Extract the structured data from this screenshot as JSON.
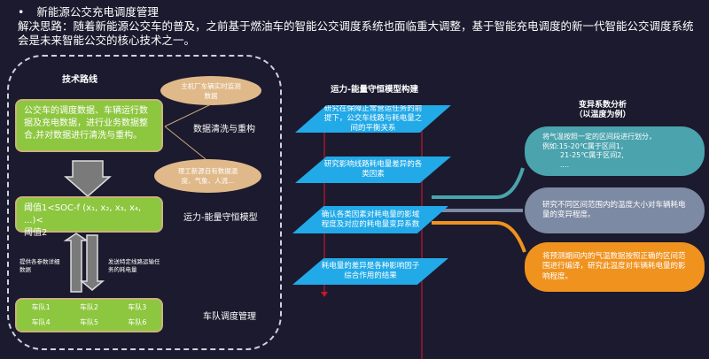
{
  "header": {
    "bullet": "•",
    "title": "新能源公交充电调度管理",
    "description": "解决思路：随着新能源公交车的普及，之前基于燃油车的智能公交调度系统也面临重大调整，基于智能充电调度的新一代智能公交调度系统会是未来智能公交的核心技术之一。"
  },
  "left": {
    "title": "技术路线",
    "box1": "公交车的调度数据、车辆运行数据及充电数据，进行业务数据整合,并对数据进行清洗与重构。",
    "oval_top": "主机厂车辆实时监测数据",
    "oval_bottom": "理工新源自有数据温度、气象、人流...",
    "step1": "数据清洗与重构",
    "box2_line1": "阈值1<SOC-f (x₁, x₂, x₃, x₄, ...)<",
    "box2_line2": "阈值2",
    "step2": "运力-能量守恒模型",
    "arrow_up_label": "提供各参数详细数据",
    "arrow_down_label": "发送特定线路运输任务的耗电量",
    "fleets": [
      "车队1",
      "车队2",
      "车队3",
      "车队4",
      "车队5",
      "车队6"
    ],
    "step3": "车队调度管理"
  },
  "middle": {
    "title": "运力-能量守恒模型构建",
    "steps": [
      "研究在保障正常营运任务的前提下，公交车线路与耗电量之间的平衡关系",
      "研究影响线路耗电量差异的各类因素",
      "确认各类因素对耗电量的影域程度及对应的耗电量变异系数",
      "耗电量的差异是各种影响因子综合作用的结果"
    ]
  },
  "right": {
    "title": "变异系数分析",
    "subtitle": "（以温度为例）",
    "bubble1": [
      "将气温按照一定的区间段进行划分，",
      "例如:15-20℃属于区间1，",
      "21-25℃属于区间2,",
      "...."
    ],
    "bubble2": "研究不同区间范围内的温度大小对车辆耗电量的变异程度。",
    "bubble3": "将预测期间内的气温数据按照正确的区间范围进行编译，研究此温度对车辆耗电量的影响程度。"
  },
  "colors": {
    "green": "#8dc63f",
    "oval": "#e0b98a",
    "blue": "#22a9e8",
    "teal": "#4aa3ad",
    "slate": "#7d8aa3",
    "orange": "#f0921e",
    "red": "#c0182c"
  }
}
